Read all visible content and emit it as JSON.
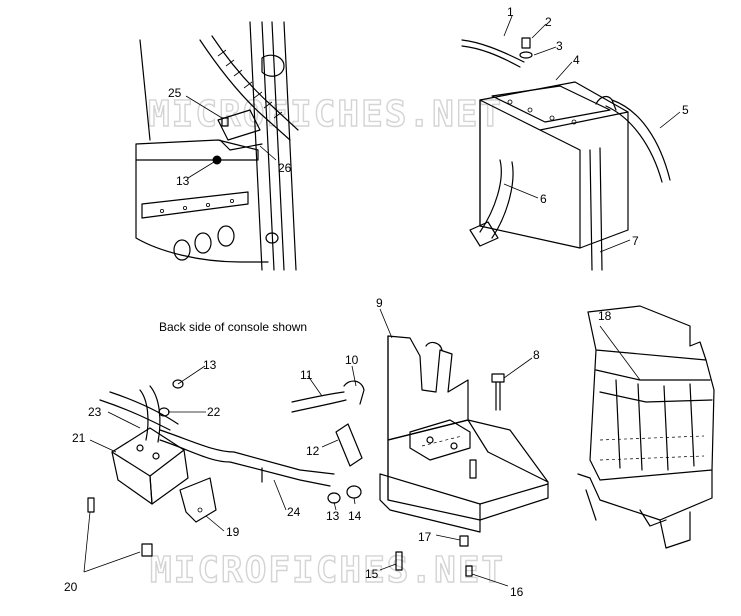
{
  "watermark": {
    "top": "MICROFICHES.NET",
    "bottom": "MICROFICHES.NET"
  },
  "caption": "Back side of console shown",
  "callouts": {
    "c1": "1",
    "c2": "2",
    "c3": "3",
    "c4": "4",
    "c5": "5",
    "c6": "6",
    "c7": "7",
    "c8": "8",
    "c9": "9",
    "c10": "10",
    "c11": "11",
    "c12": "12",
    "c13a": "13",
    "c13b": "13",
    "c13c": "13",
    "c14": "14",
    "c15": "15",
    "c16": "16",
    "c17": "17",
    "c18": "18",
    "c19": "19",
    "c20": "20",
    "c21": "21",
    "c22": "22",
    "c23": "23",
    "c24": "24",
    "c25": "25",
    "c26": "26"
  }
}
